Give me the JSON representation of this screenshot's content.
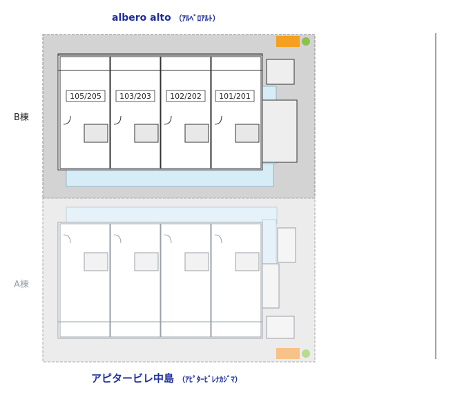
{
  "title_top": {
    "name": "albero alto",
    "kana": "（ｱﾙﾍﾞﾛｱﾙﾄ）"
  },
  "title_bottom": {
    "name": "アピタービレ中島",
    "kana": "（ｱﾋﾟﾀｰﾋﾞﾚﾅｶｼﾞﾏ）"
  },
  "building_b": {
    "label": "B棟",
    "units": [
      "105/205",
      "103/203",
      "102/202",
      "101/201"
    ]
  },
  "building_a": {
    "label": "A棟"
  },
  "colors": {
    "title": "#1f2f9a",
    "site_b": "#d3d3d3",
    "site_a": "#ececec",
    "walkway": "#d6ecf7",
    "parking": "#f4a020",
    "tree": "#8bc34a"
  }
}
